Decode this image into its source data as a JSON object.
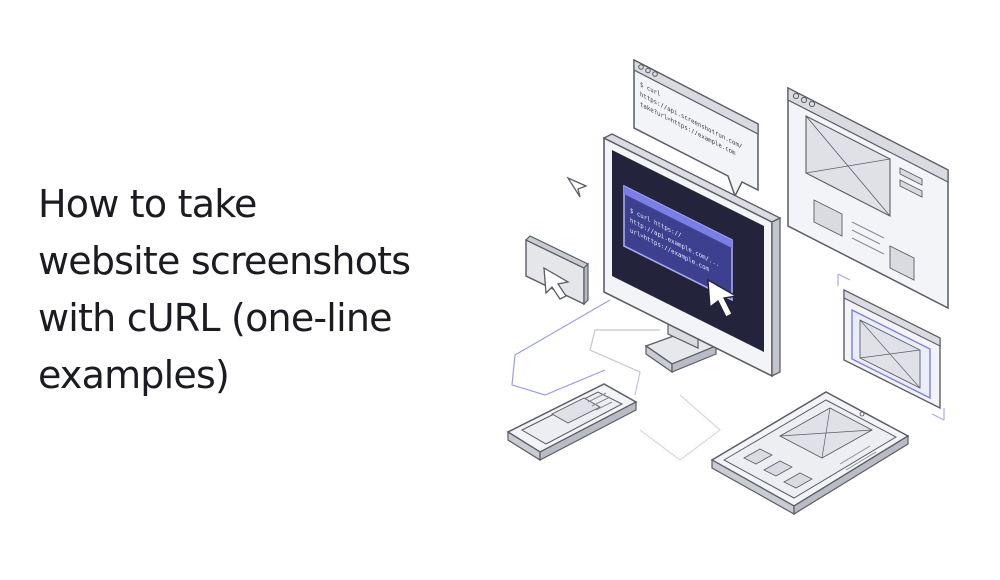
{
  "headline": {
    "lines": [
      "How to take",
      "website screenshots",
      "with cURL (one-line",
      "examples)"
    ]
  },
  "illustration": {
    "bubble_code": {
      "line1": "$ curl",
      "line2": "https://api.screenshotrun.com/",
      "line3": "take?url=https://example.com"
    },
    "monitor_code": {
      "line1": "$ curl https://",
      "line2": "http://api.example.com/...",
      "line3": "url=https://example.com"
    },
    "colors": {
      "outline": "#5a5d66",
      "panel": "#eceef2",
      "panel_dark": "#c9ccd3",
      "screen": "#23243b",
      "accent": "#5f63d8",
      "accent_light": "#a9abf0",
      "headline": "#1a1c22"
    }
  }
}
